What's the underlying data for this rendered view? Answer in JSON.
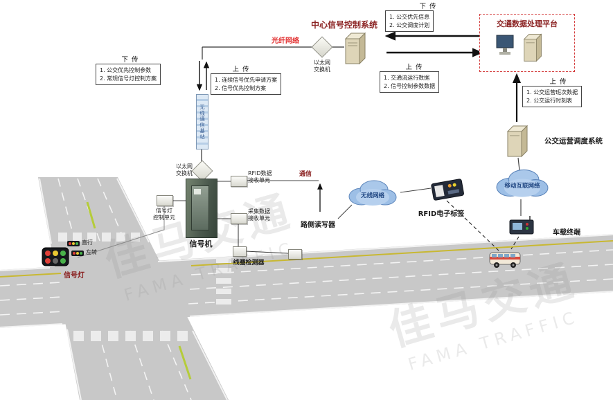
{
  "systems": {
    "central": {
      "label": "中心信号控制系统"
    },
    "platform": {
      "label": "交通数据处理平台"
    },
    "bus_dispatch": {
      "label": "公交运营调度系统"
    }
  },
  "network": {
    "fiber_label": "光纤网络",
    "switch_top": {
      "line1": "以太网",
      "line2": "交换机"
    },
    "switch_mid": {
      "line1": "以太网",
      "line2": "交换机"
    },
    "base_station_label": "无线通信基站",
    "wireless_cloud_label": "无线网络",
    "mobile_cloud_label": "移动互联网络"
  },
  "field": {
    "signal_machine_label": "信号机",
    "light_unit": {
      "line1": "信号灯",
      "line2": "控制单元"
    },
    "rfid_unit": {
      "line1": "RFID数据",
      "line2": "接收单元"
    },
    "collect_unit": {
      "line1": "采集数据",
      "line2": "接收单元"
    },
    "comm_label": "通信",
    "reader_label": "路侧读写器",
    "loop_detector_label": "线圈检测器",
    "rfid_tag_label": "RFID电子标签",
    "vehicle_terminal_label": "车载终端",
    "signal_light_label": "信号灯",
    "straight_label": "直行",
    "left_turn_label": "左转"
  },
  "callouts": {
    "down_top": {
      "title": "下传",
      "items": [
        "1. 公交优先信息",
        "2. 公交调度计划"
      ]
    },
    "up_mid": {
      "title": "上传",
      "items": [
        "1. 交通流运行数据",
        "2. 信号控制参数数据"
      ]
    },
    "down_left": {
      "title": "下传",
      "items": [
        "1. 公交优先控制参数",
        "2. 常规信号灯控制方案"
      ]
    },
    "up_left": {
      "title": "上传",
      "items": [
        "1. 连续信号优先申请方案",
        "2. 信号优先控制方案"
      ]
    },
    "up_right": {
      "title": "上传",
      "items": [
        "1. 公交运营班次数据",
        "2. 公交运行时刻表"
      ]
    }
  },
  "watermark": {
    "cn": "佳马交通",
    "en": "FAMA TRAFFIC"
  },
  "colors": {
    "accent_red": "#d43c3c",
    "title_dark_red": "#8b2222",
    "fiber_red": "#e23030",
    "road_gray": "#c8c8c8",
    "cloud_blue": "#9dbfe6",
    "lane_yellow": "#c8b832",
    "median_green": "#b5cc3a"
  }
}
